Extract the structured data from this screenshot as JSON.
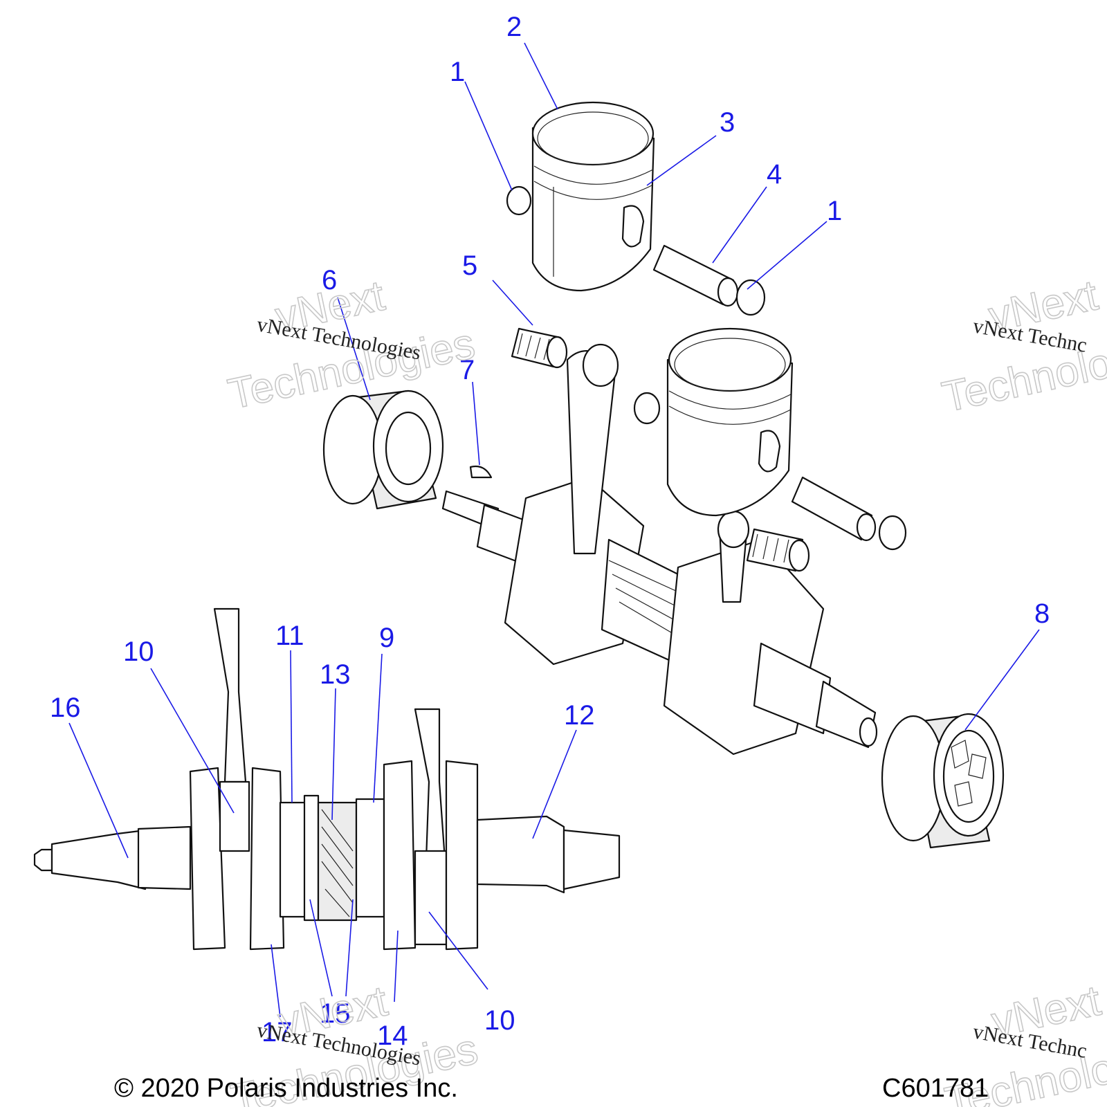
{
  "callouts": [
    {
      "id": "c1a",
      "label": "1"
    },
    {
      "id": "c2",
      "label": "2"
    },
    {
      "id": "c3",
      "label": "3"
    },
    {
      "id": "c4",
      "label": "4"
    },
    {
      "id": "c1b",
      "label": "1"
    },
    {
      "id": "c5",
      "label": "5"
    },
    {
      "id": "c6",
      "label": "6"
    },
    {
      "id": "c7",
      "label": "7"
    },
    {
      "id": "c8",
      "label": "8"
    },
    {
      "id": "c9",
      "label": "9"
    },
    {
      "id": "c10a",
      "label": "10"
    },
    {
      "id": "c11",
      "label": "11"
    },
    {
      "id": "c12",
      "label": "12"
    },
    {
      "id": "c13",
      "label": "13"
    },
    {
      "id": "c16",
      "label": "16"
    },
    {
      "id": "c17",
      "label": "17"
    },
    {
      "id": "c15",
      "label": "15"
    },
    {
      "id": "c14",
      "label": "14"
    },
    {
      "id": "c10b",
      "label": "10"
    }
  ],
  "watermark": {
    "small": "vNext Technologies",
    "small_cut": "vNext Technc",
    "big_line1": "vNext",
    "big_line2": "Technologies",
    "big_line2_cut": "Technolo"
  },
  "footer": {
    "copyright": "© 2020 Polaris Industries Inc.",
    "figure_code": "C601781"
  },
  "colors": {
    "callout": "#1a1ae6",
    "line_art": "#111111",
    "watermark": "#c8c8c8"
  }
}
